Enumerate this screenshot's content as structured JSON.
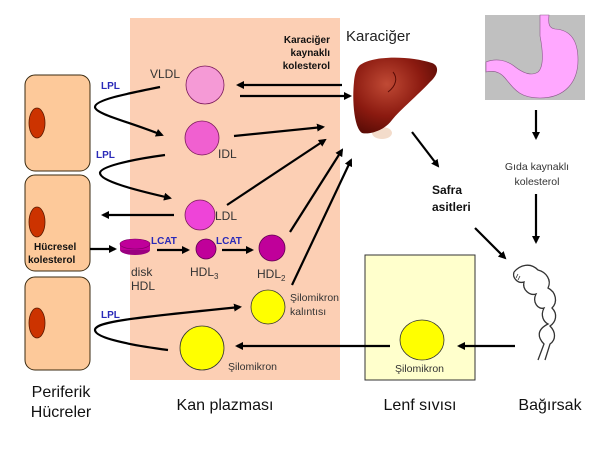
{
  "title": "Lipoprotein metabolizması",
  "regions": {
    "peripheral_cells": "Periferik\nHücreler",
    "plasma": "Kan plazması",
    "lymph": "Lenf sıvısı",
    "intestine": "Bağırsak",
    "liver": "Karaciğer"
  },
  "labels": {
    "peripheral_line1": "Periferik",
    "peripheral_line2": "Hücreler",
    "plasma": "Kan plazması",
    "lymph": "Lenf sıvısı",
    "intestine": "Bağırsak",
    "liver": "Karaciğer",
    "liver_cholesterol_1": "Karaciğer",
    "liver_cholesterol_2": "kaynaklı",
    "liver_cholesterol_3": "kolesterol",
    "food_cholesterol_1": "Gıda kaynaklı",
    "food_cholesterol_2": "kolesterol",
    "bile_1": "Safra",
    "bile_2": "asitleri",
    "cellular_cholesterol_1": "Hücresel",
    "cellular_cholesterol_2": "kolesterol"
  },
  "particles": {
    "vldl": "VLDL",
    "idl": "IDL",
    "ldl": "LDL",
    "disk_hdl_1": "disk",
    "disk_hdl_2": "HDL",
    "hdl3": "HDL",
    "hdl3_sub": "3",
    "hdl2": "HDL",
    "hdl2_sub": "2",
    "chylo_remnant_1": "Şilomikron",
    "chylo_remnant_2": "kalıntısı",
    "chylomicron": "Şilomikron",
    "lymph_chylomicron": "Şilomikron"
  },
  "enzymes": {
    "lpl_1": "LPL",
    "lpl_2": "LPL",
    "lpl_3": "LPL",
    "lcat_1": "LCAT",
    "lcat_2": "LCAT"
  },
  "colors": {
    "plasma_bg": "#fccfb4",
    "cell_fill": "#fdc99a",
    "nucleus": "#cc3300",
    "vldl": "#f59ad6",
    "idl": "#f060d0",
    "ldl": "#ee44d8",
    "hdl": "#c0009a",
    "chylomicron": "#ffff00",
    "lymph_bg": "#ffffcc",
    "enzyme_text": "#2a2ab8",
    "liver": "#8b1a10",
    "stomach_bg": "#c0c0c0",
    "stomach": "#ffa8ff"
  }
}
